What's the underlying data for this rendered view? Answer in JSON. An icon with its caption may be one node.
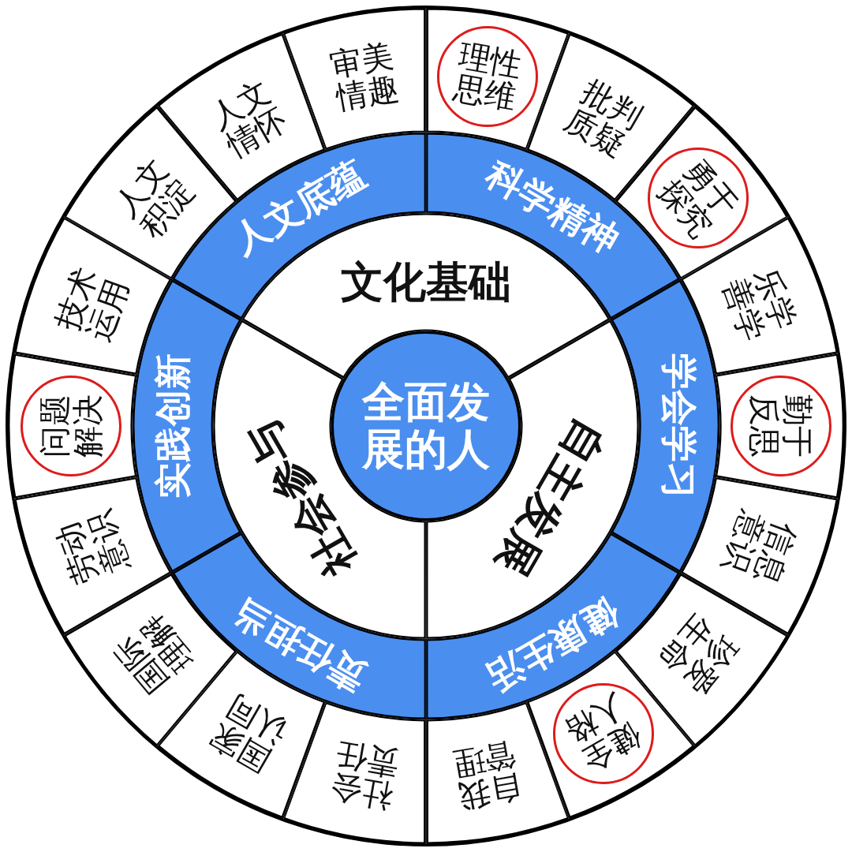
{
  "diagram": {
    "nodes": [
      {
        "text": [
          "全面发展的人"
        ]
      },
      {
        "text": [
          "文化基础"
        ]
      },
      {
        "text": [
          "自主发展"
        ]
      },
      {
        "text": [
          "社会参与"
        ]
      },
      {
        "text": [
          "人文底蕴"
        ]
      },
      {
        "text": [
          "科学精神"
        ]
      },
      {
        "text": [
          "学会学习"
        ]
      },
      {
        "text": [
          "健康生活"
        ]
      },
      {
        "text": [
          "责任担当"
        ]
      },
      {
        "text": [
          "实践创新"
        ]
      },
      {
        "text": [
          "人文积淀"
        ]
      },
      {
        "text": [
          "人文情怀"
        ]
      },
      {
        "text": [
          "审美情趣"
        ]
      },
      {
        "text": [],
        "shape": "box"
      },
      {
        "text": [
          "理性思维"
        ],
        "in": 13
      },
      {
        "text": [
          "批判质疑"
        ]
      },
      {
        "text": [],
        "shape": "box"
      },
      {
        "text": [
          "勇于探究"
        ],
        "in": 16
      },
      {
        "text": [
          "乐学善学"
        ]
      },
      {
        "text": [],
        "shape": "box"
      },
      {
        "text": [
          "勤于反思"
        ],
        "in": 19
      },
      {
        "text": [
          "信息意识"
        ]
      },
      {
        "text": [
          "珍爱生命"
        ]
      },
      {
        "text": [],
        "shape": "box"
      },
      {
        "text": [
          "健全人格"
        ],
        "in": 23
      },
      {
        "text": [
          "自我管理"
        ]
      },
      {
        "text": [
          "社会责任"
        ]
      },
      {
        "text": [
          "国家认同"
        ]
      },
      {
        "text": [
          "国际理解"
        ]
      },
      {
        "text": [
          "劳动意识"
        ]
      },
      {
        "text": [],
        "shape": "box"
      },
      {
        "text": [
          "问题解决"
        ],
        "in": 30
      },
      {
        "text": [
          "技术运用"
        ]
      }
    ]
  }
}
